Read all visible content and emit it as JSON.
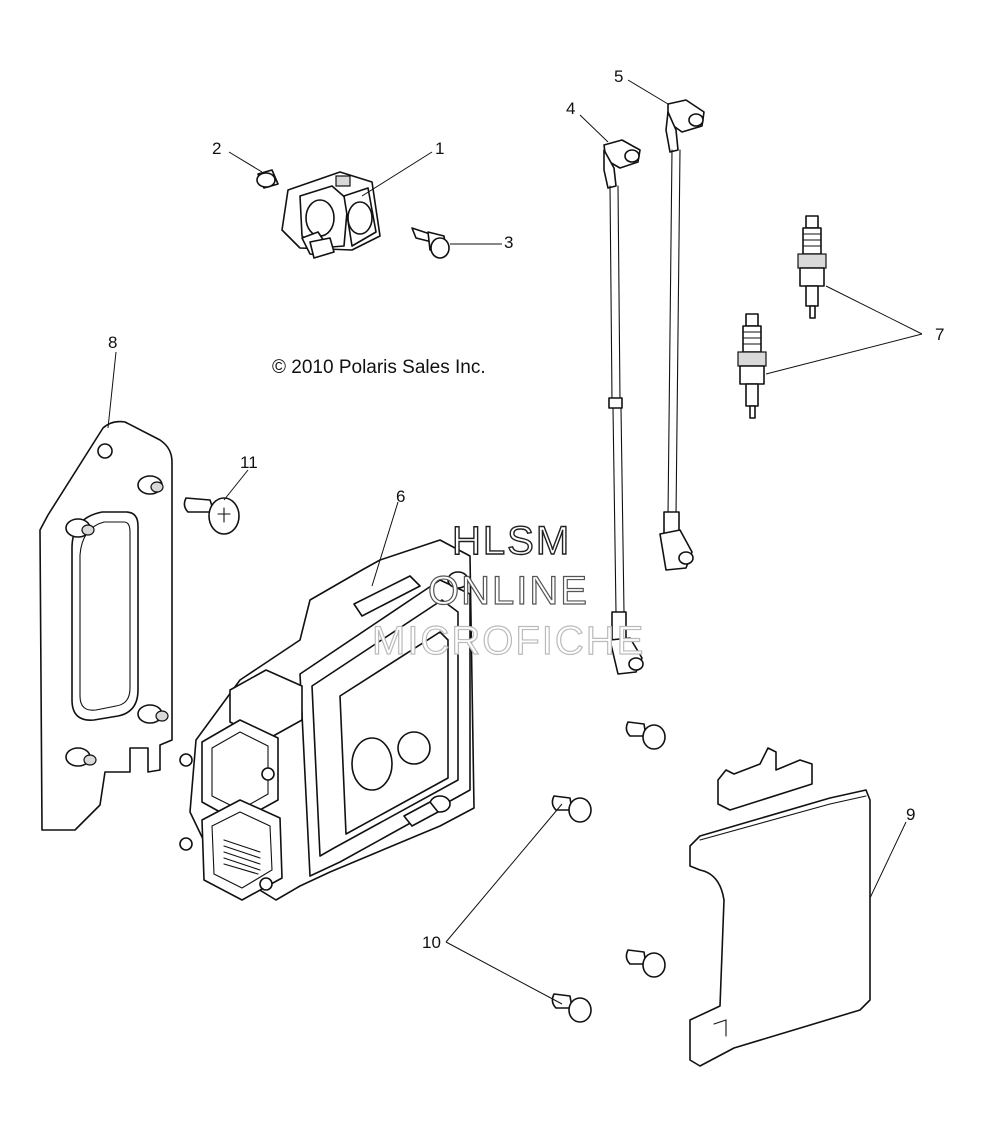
{
  "copyright": "© 2010 Polaris Sales Inc.",
  "watermark": [
    "HLSM",
    "ONLINE",
    "MICROFICHE"
  ],
  "callouts": [
    "1",
    "2",
    "3",
    "4",
    "5",
    "6",
    "7",
    "8",
    "9",
    "10",
    "11"
  ],
  "colors": {
    "line": "#111111",
    "background": "#ffffff",
    "watermark": "#bbbbbb"
  }
}
